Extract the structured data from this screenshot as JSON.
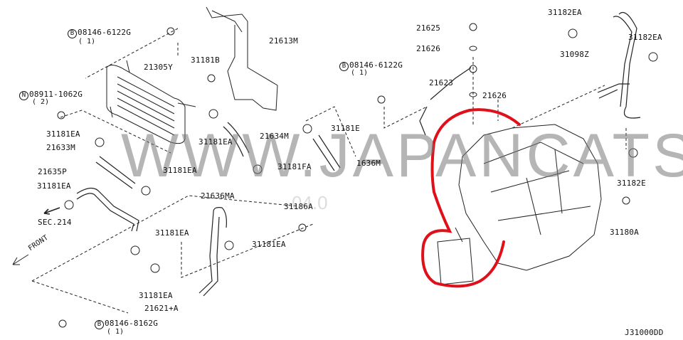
{
  "diagram_code": "J31000DD",
  "watermark": "WWW.JAPANCATS.RU",
  "watermark_date": "04.0",
  "direction_label": "FRONT",
  "section_ref": "SEC.214",
  "parts": {
    "bolt_b_top": {
      "prefix": "B",
      "number": "08146-6122G",
      "qty": "( 1)"
    },
    "bracket": "21613M",
    "oil_cooler": "21305Y",
    "clip_b": "31181B",
    "nut_n": {
      "prefix": "N",
      "number": "08911-1062G",
      "qty": "( 2)"
    },
    "clamp_1": "31181EA",
    "hose_21633m": "21633M",
    "clamp_2": "31181EA",
    "hose_21634m": "21634M",
    "clamp_fa": "31181FA",
    "clamp_3": "31181EA",
    "hose_21635p": "21635P",
    "clamp_4": "31181EA",
    "hose_21636ma": "21636MA",
    "bolt_31186a": "31186A",
    "clamp_5": "31181EA",
    "clamp_6": "31181EA",
    "clamp_7": "31181EA",
    "tube_21621a": "21621+A",
    "bolt_b_bottom": {
      "prefix": "B",
      "number": "08146-8162G",
      "qty": "( 1)"
    },
    "clamp_e": "31181E",
    "hose_21636m": "1636M",
    "bolt_21625": "21625",
    "washer_1": "21626",
    "bolt_b_mid": {
      "prefix": "B",
      "number": "08146-6122G",
      "qty": "( 1)"
    },
    "tube_21623": "21623",
    "washer_2": "21626",
    "clamp_182ea_1": "31182EA",
    "clamp_182ea_2": "31182EA",
    "hose_31098z": "31098Z",
    "clamp_182e": "31182E",
    "bolt_31180a": "31180A"
  },
  "highlight_color": "#e0101a"
}
